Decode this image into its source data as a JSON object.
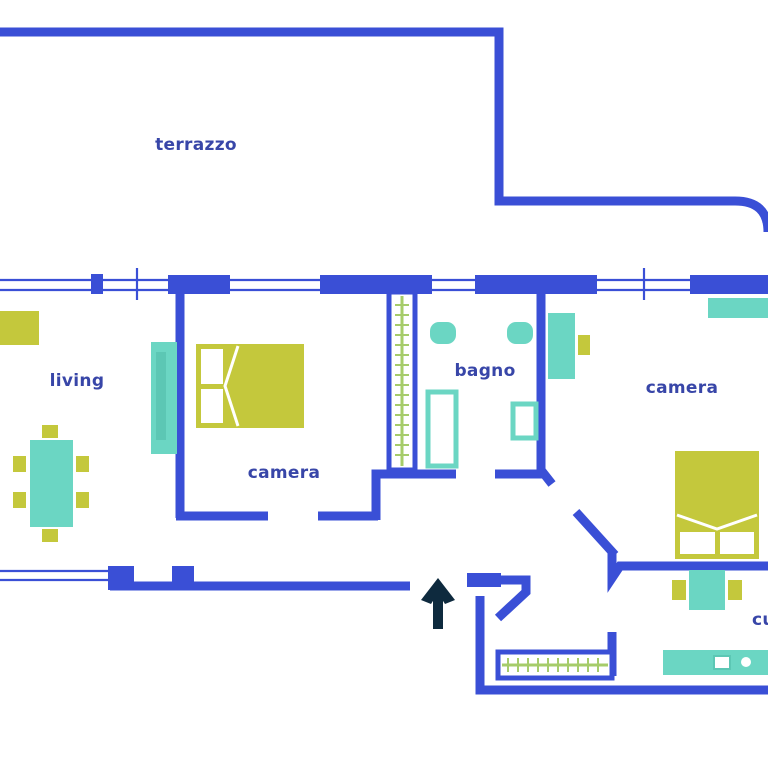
{
  "plan": {
    "rooms": [
      {
        "key": "terrazzo",
        "label": "terrazzo"
      },
      {
        "key": "living",
        "label": "living"
      },
      {
        "key": "camera_1",
        "label": "camera"
      },
      {
        "key": "bagno",
        "label": "bagno"
      },
      {
        "key": "camera_2",
        "label": "camera"
      },
      {
        "key": "cucina",
        "label": "cu"
      }
    ],
    "entrance": {
      "icon": "arrow-up-icon"
    },
    "colors": {
      "wall": "#3a4fd6",
      "furniture_lime": "#c4c83c",
      "furniture_teal": "#6bd6c3",
      "label": "#3846a8",
      "entrance_arrow": "#0e2a3e",
      "closet_hatch": "#a6cc6a",
      "background": "#ffffff"
    }
  }
}
